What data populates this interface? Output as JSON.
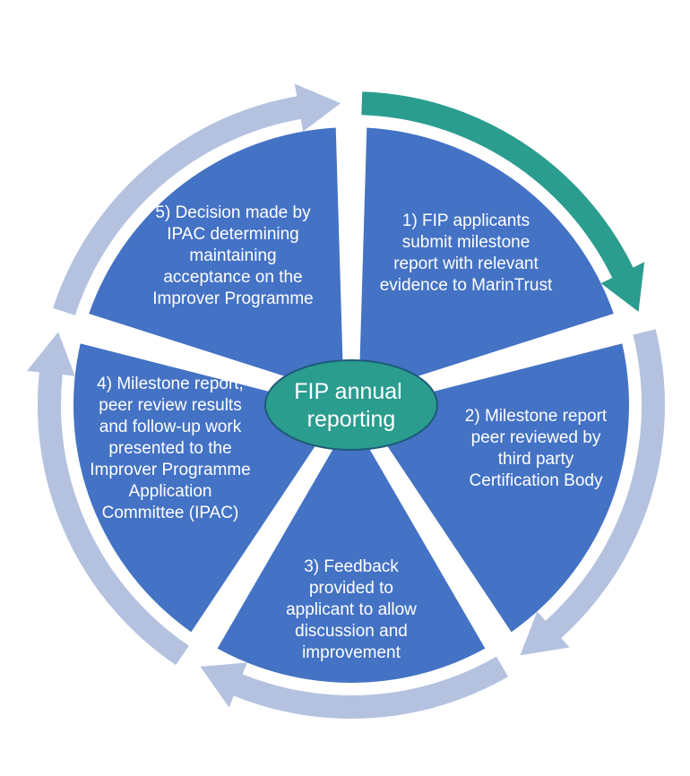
{
  "center": {
    "label_lines": [
      "FIP annual",
      "reporting"
    ]
  },
  "steps": [
    {
      "id": 1,
      "lines": [
        "1) FIP applicants",
        "submit milestone",
        "report with relevant",
        "evidence to MarinTrust"
      ]
    },
    {
      "id": 2,
      "lines": [
        "2) Milestone report",
        "peer reviewed by",
        "third party",
        "Certification Body"
      ]
    },
    {
      "id": 3,
      "lines": [
        "3) Feedback",
        "provided to",
        "applicant to allow",
        "discussion and",
        "improvement"
      ]
    },
    {
      "id": 4,
      "lines": [
        "4) Milestone report,",
        "peer review results",
        "and follow-up work",
        "presented to the",
        "Improver Programme",
        "Application",
        "Committee (IPAC)"
      ]
    },
    {
      "id": 5,
      "lines": [
        "5) Decision made by",
        "IPAC determining",
        "maintaining",
        "acceptance on the",
        "Improver Programme"
      ]
    }
  ],
  "colors": {
    "segment": "#4472C4",
    "arrow_light": "#B4C2E0",
    "arrow_active": "#2A9D8F",
    "center_fill": "#2A9D8F",
    "center_stroke": "#1E5A7A",
    "background": "#FFFFFF"
  }
}
